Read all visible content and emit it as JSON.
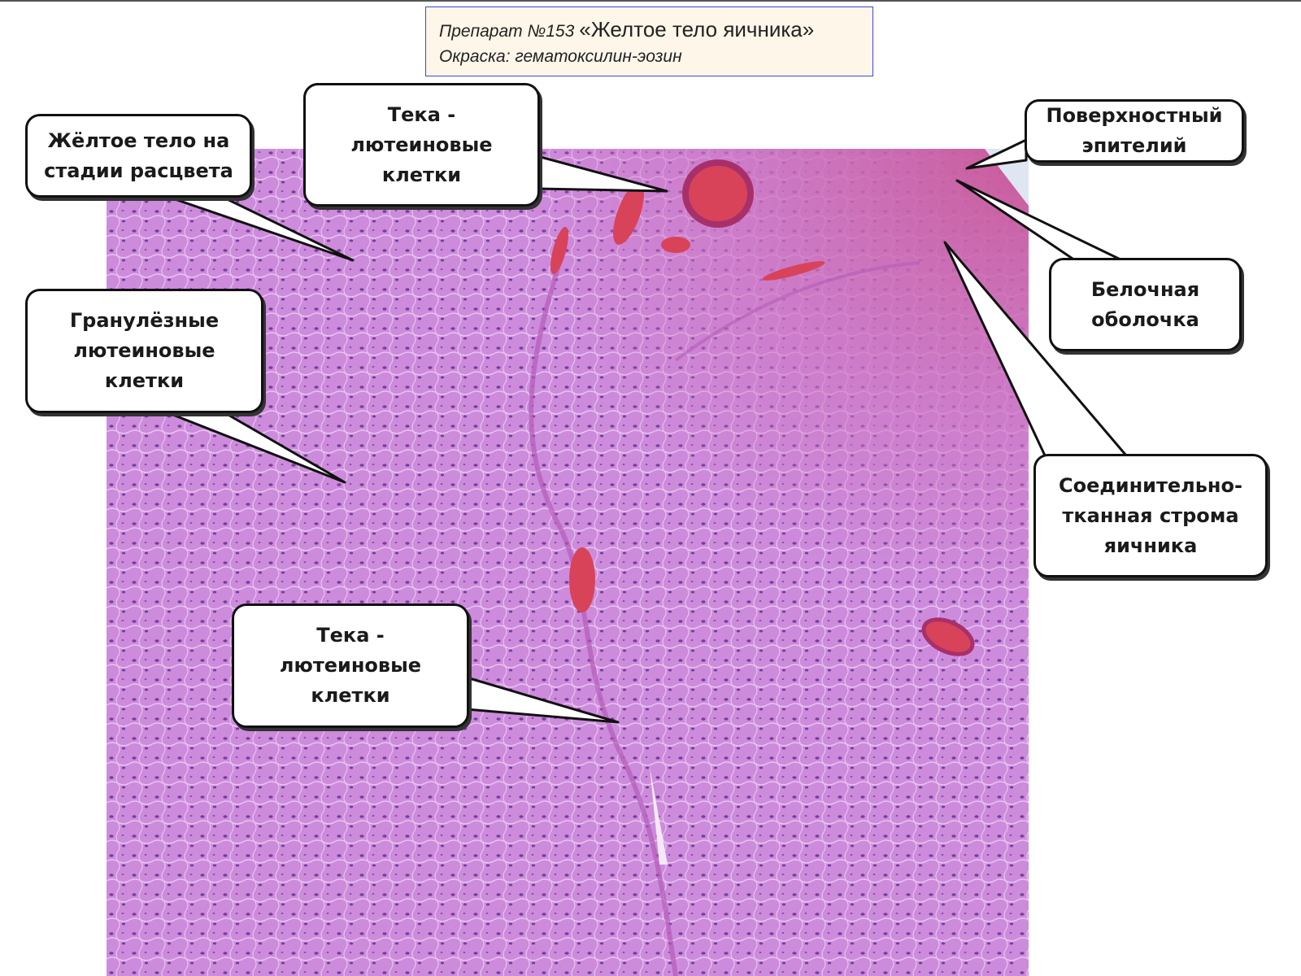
{
  "header": {
    "preparation": "Препарат №153",
    "name": "«Желтое тело яичника»",
    "stain": "Окраска: гематоксилин-эозин"
  },
  "labels": {
    "corpus_luteum_bloom": "Жёлтое тело на\nстадии расцвета",
    "theca_lutein_top": "Тека -\nлютеиновые\nклетки",
    "surface_epithelium": "Поверхностный\nэпителий",
    "granulosa_lutein": "Гранулёзные\nлютеиновые\nклетки",
    "tunica_albuginea": "Белочная\nоболочка",
    "connective_stroma": "Соединительно-\nтканная строма\nяичника",
    "theca_lutein_bottom": "Тека -\nлютеиновые\nклетки"
  },
  "colors": {
    "tissue": "#c986d9",
    "vessel": "#d8435a",
    "nuclei": "#7a3d9a",
    "title_border": "#3b4ad6",
    "title_fill": "#fdf6e9"
  }
}
